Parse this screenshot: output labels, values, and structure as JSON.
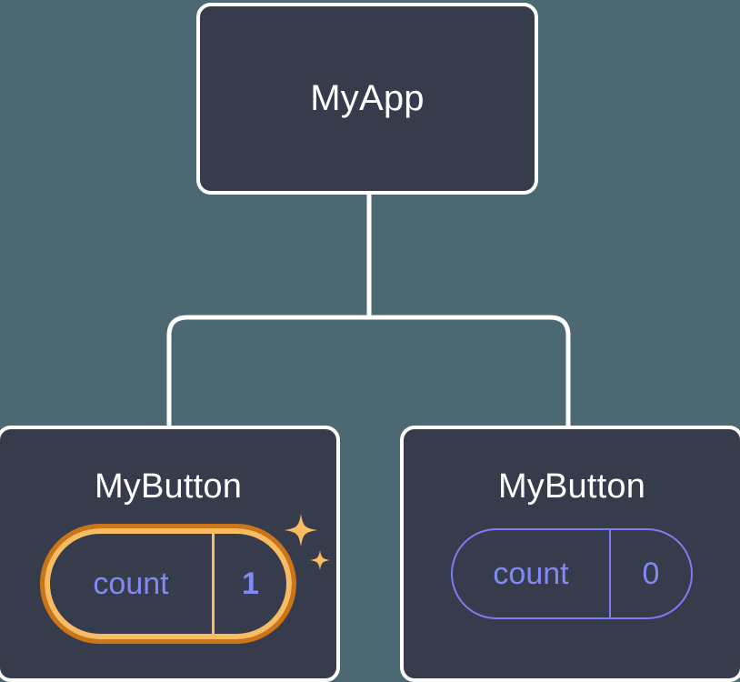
{
  "diagram": {
    "type": "component-tree",
    "background_color": "#4c6873",
    "node_fill_color": "#363c4b",
    "node_border_color": "#ffffff",
    "connector_color": "#ffffff",
    "highlight_outer_color": "#cb7518",
    "highlight_inner_color": "#fabc63",
    "state_accent_color": "#8189f5",
    "root": {
      "label": "MyApp"
    },
    "children": [
      {
        "label": "MyButton",
        "highlighted": true,
        "state": {
          "key": "count",
          "value": "1"
        },
        "sparkle_icons": [
          "sparkle-large-icon",
          "sparkle-small-icon"
        ]
      },
      {
        "label": "MyButton",
        "highlighted": false,
        "state": {
          "key": "count",
          "value": "0"
        },
        "sparkle_icons": []
      }
    ]
  }
}
